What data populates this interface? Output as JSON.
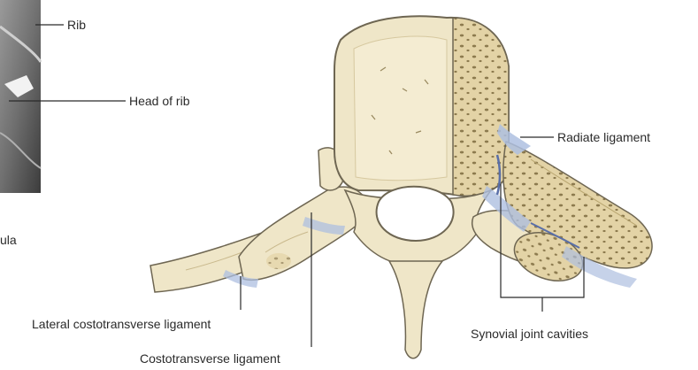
{
  "labels": {
    "rib": "Rib",
    "head_of_rib": "Head of rib",
    "scapula_partial": "ula",
    "radiate_ligament": "Radiate ligament",
    "lateral_costotransverse_ligament": "Lateral costotransverse ligament",
    "costotransverse_ligament": "Costotransverse  ligament",
    "synovial_joint_cavities": "Synovial joint cavities"
  },
  "colors": {
    "bone": "#efe6c8",
    "bone_outline": "#6e6652",
    "cancellous": "#d9c89a",
    "ligament": "#aebfe0",
    "leader": "#2a2a2a"
  }
}
